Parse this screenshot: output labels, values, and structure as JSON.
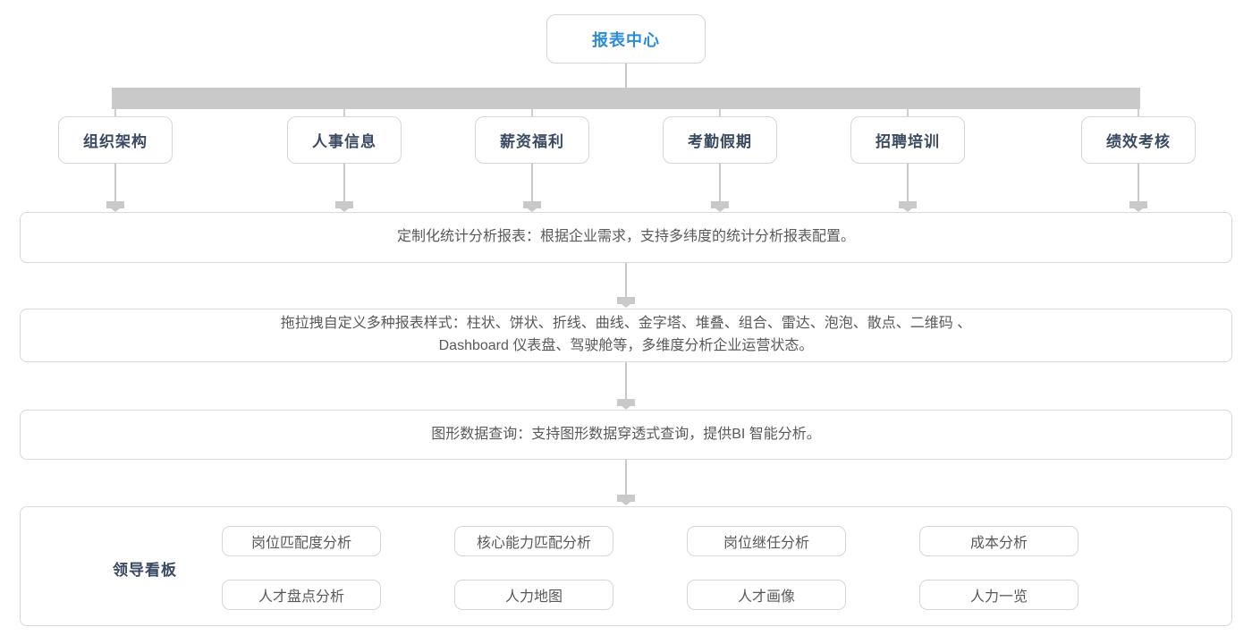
{
  "root": {
    "label": "报表中心"
  },
  "modules": [
    "组织架构",
    "人事信息",
    "薪资福利",
    "考勤假期",
    "招聘培训",
    "绩效考核"
  ],
  "features": [
    {
      "text": "定制化统计分析报表：根据企业需求，支持多纬度的统计分析报表配置。"
    },
    {
      "line1": "拖拉拽自定义多种报表样式：柱状、饼状、折线、曲线、金字塔、堆叠、组合、雷达、泡泡、散点、二维码 、",
      "line2": "Dashboard 仪表盘、驾驶舱等，多维度分析企业运营状态。"
    },
    {
      "text": "图形数据查询：支持图形数据穿透式查询，提供BI 智能分析。"
    }
  ],
  "dashboard": {
    "label": "领导看板",
    "items": [
      "岗位匹配度分析",
      "核心能力匹配分析",
      "岗位继任分析",
      "成本分析",
      "人才盘点分析",
      "人力地图",
      "人才画像",
      "人力一览"
    ]
  },
  "colors": {
    "accent_blue": "#2b8bd9",
    "navy": "#3b4a63",
    "connector_gray": "#c9c9c9",
    "border_gray": "#d6d6d6",
    "body_text": "#595959"
  }
}
